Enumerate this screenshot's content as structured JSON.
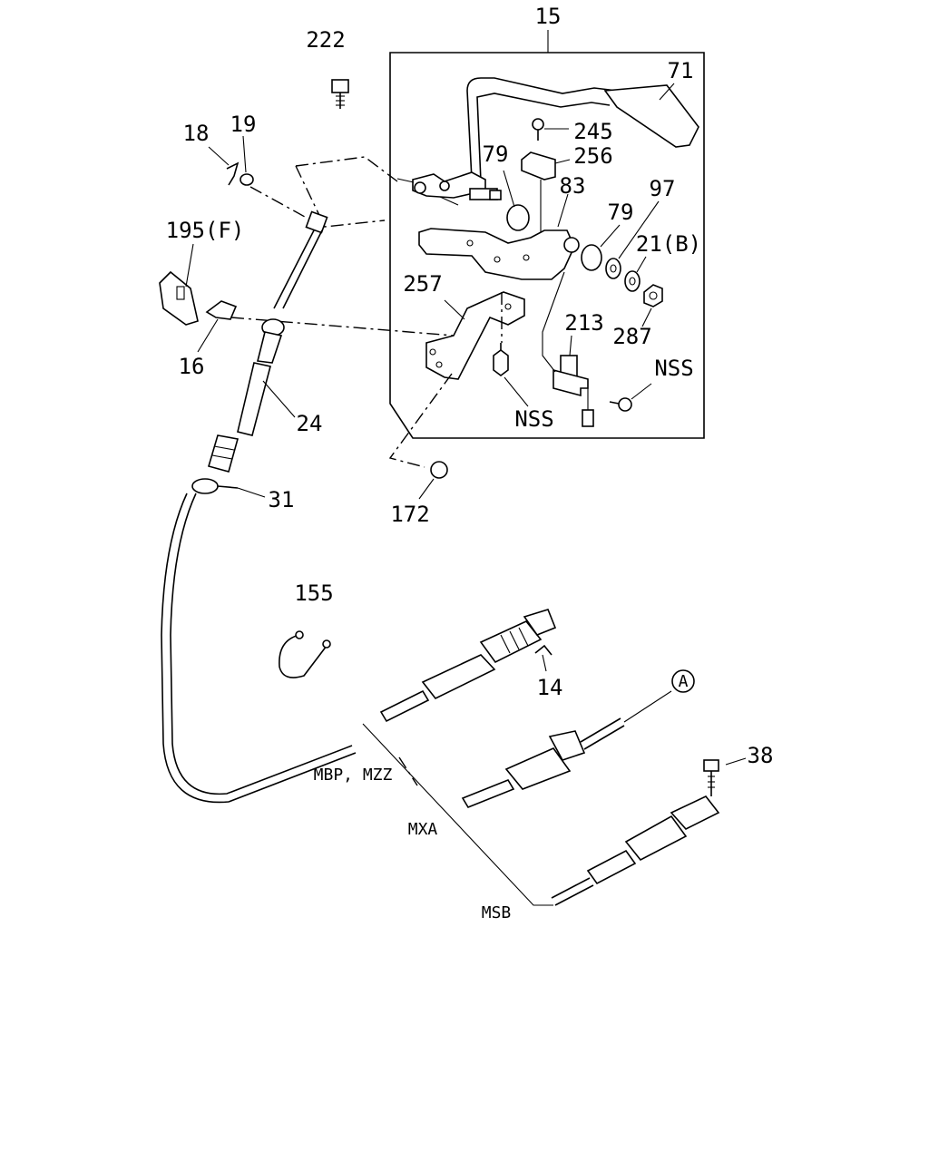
{
  "labels": {
    "p15": "15",
    "p222": "222",
    "p71": "71",
    "p245": "245",
    "p256": "256",
    "p79a": "79",
    "p83": "83",
    "p97": "97",
    "p79b": "79",
    "p21b": "21(B)",
    "p18": "18",
    "p19": "19",
    "p195f": "195(F)",
    "p257": "257",
    "p213": "213",
    "p287": "287",
    "p16": "16",
    "nss1": "NSS",
    "nss2": "NSS",
    "p24": "24",
    "p31": "31",
    "p172": "172",
    "p155": "155",
    "p14": "14",
    "pA": "A",
    "p38": "38",
    "mbp": "MBP, MZZ",
    "mxa": "MXA",
    "msb": "MSB"
  }
}
